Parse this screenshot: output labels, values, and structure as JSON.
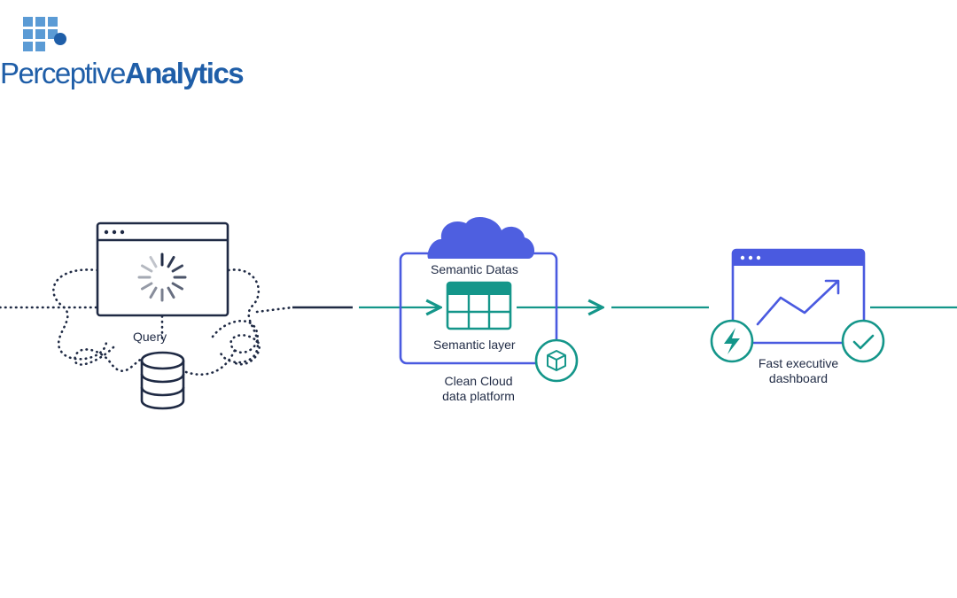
{
  "logo": {
    "word1": "Perceptive",
    "word2": "Analytics",
    "color": "#1f5ea8",
    "grid_color": "#5b9bd5"
  },
  "diagram": {
    "query_label": "Query",
    "semantic_datasets_label": "Semantic Datas",
    "semantic_layer_label": "Semantic layer",
    "platform_label_line1": "Clean Cloud",
    "platform_label_line2": "data platform",
    "dashboard_label_line1": "Fast executive",
    "dashboard_label_line2": "dashboard"
  },
  "colors": {
    "navy": "#1f2a44",
    "teal": "#14968a",
    "indigo": "#4a5ae0",
    "cloud": "#4e5fe0"
  },
  "icons": [
    "spinner-icon",
    "database-icon",
    "cloud-icon",
    "table-icon",
    "cube-icon",
    "lightning-icon",
    "check-icon",
    "trend-up-icon"
  ]
}
